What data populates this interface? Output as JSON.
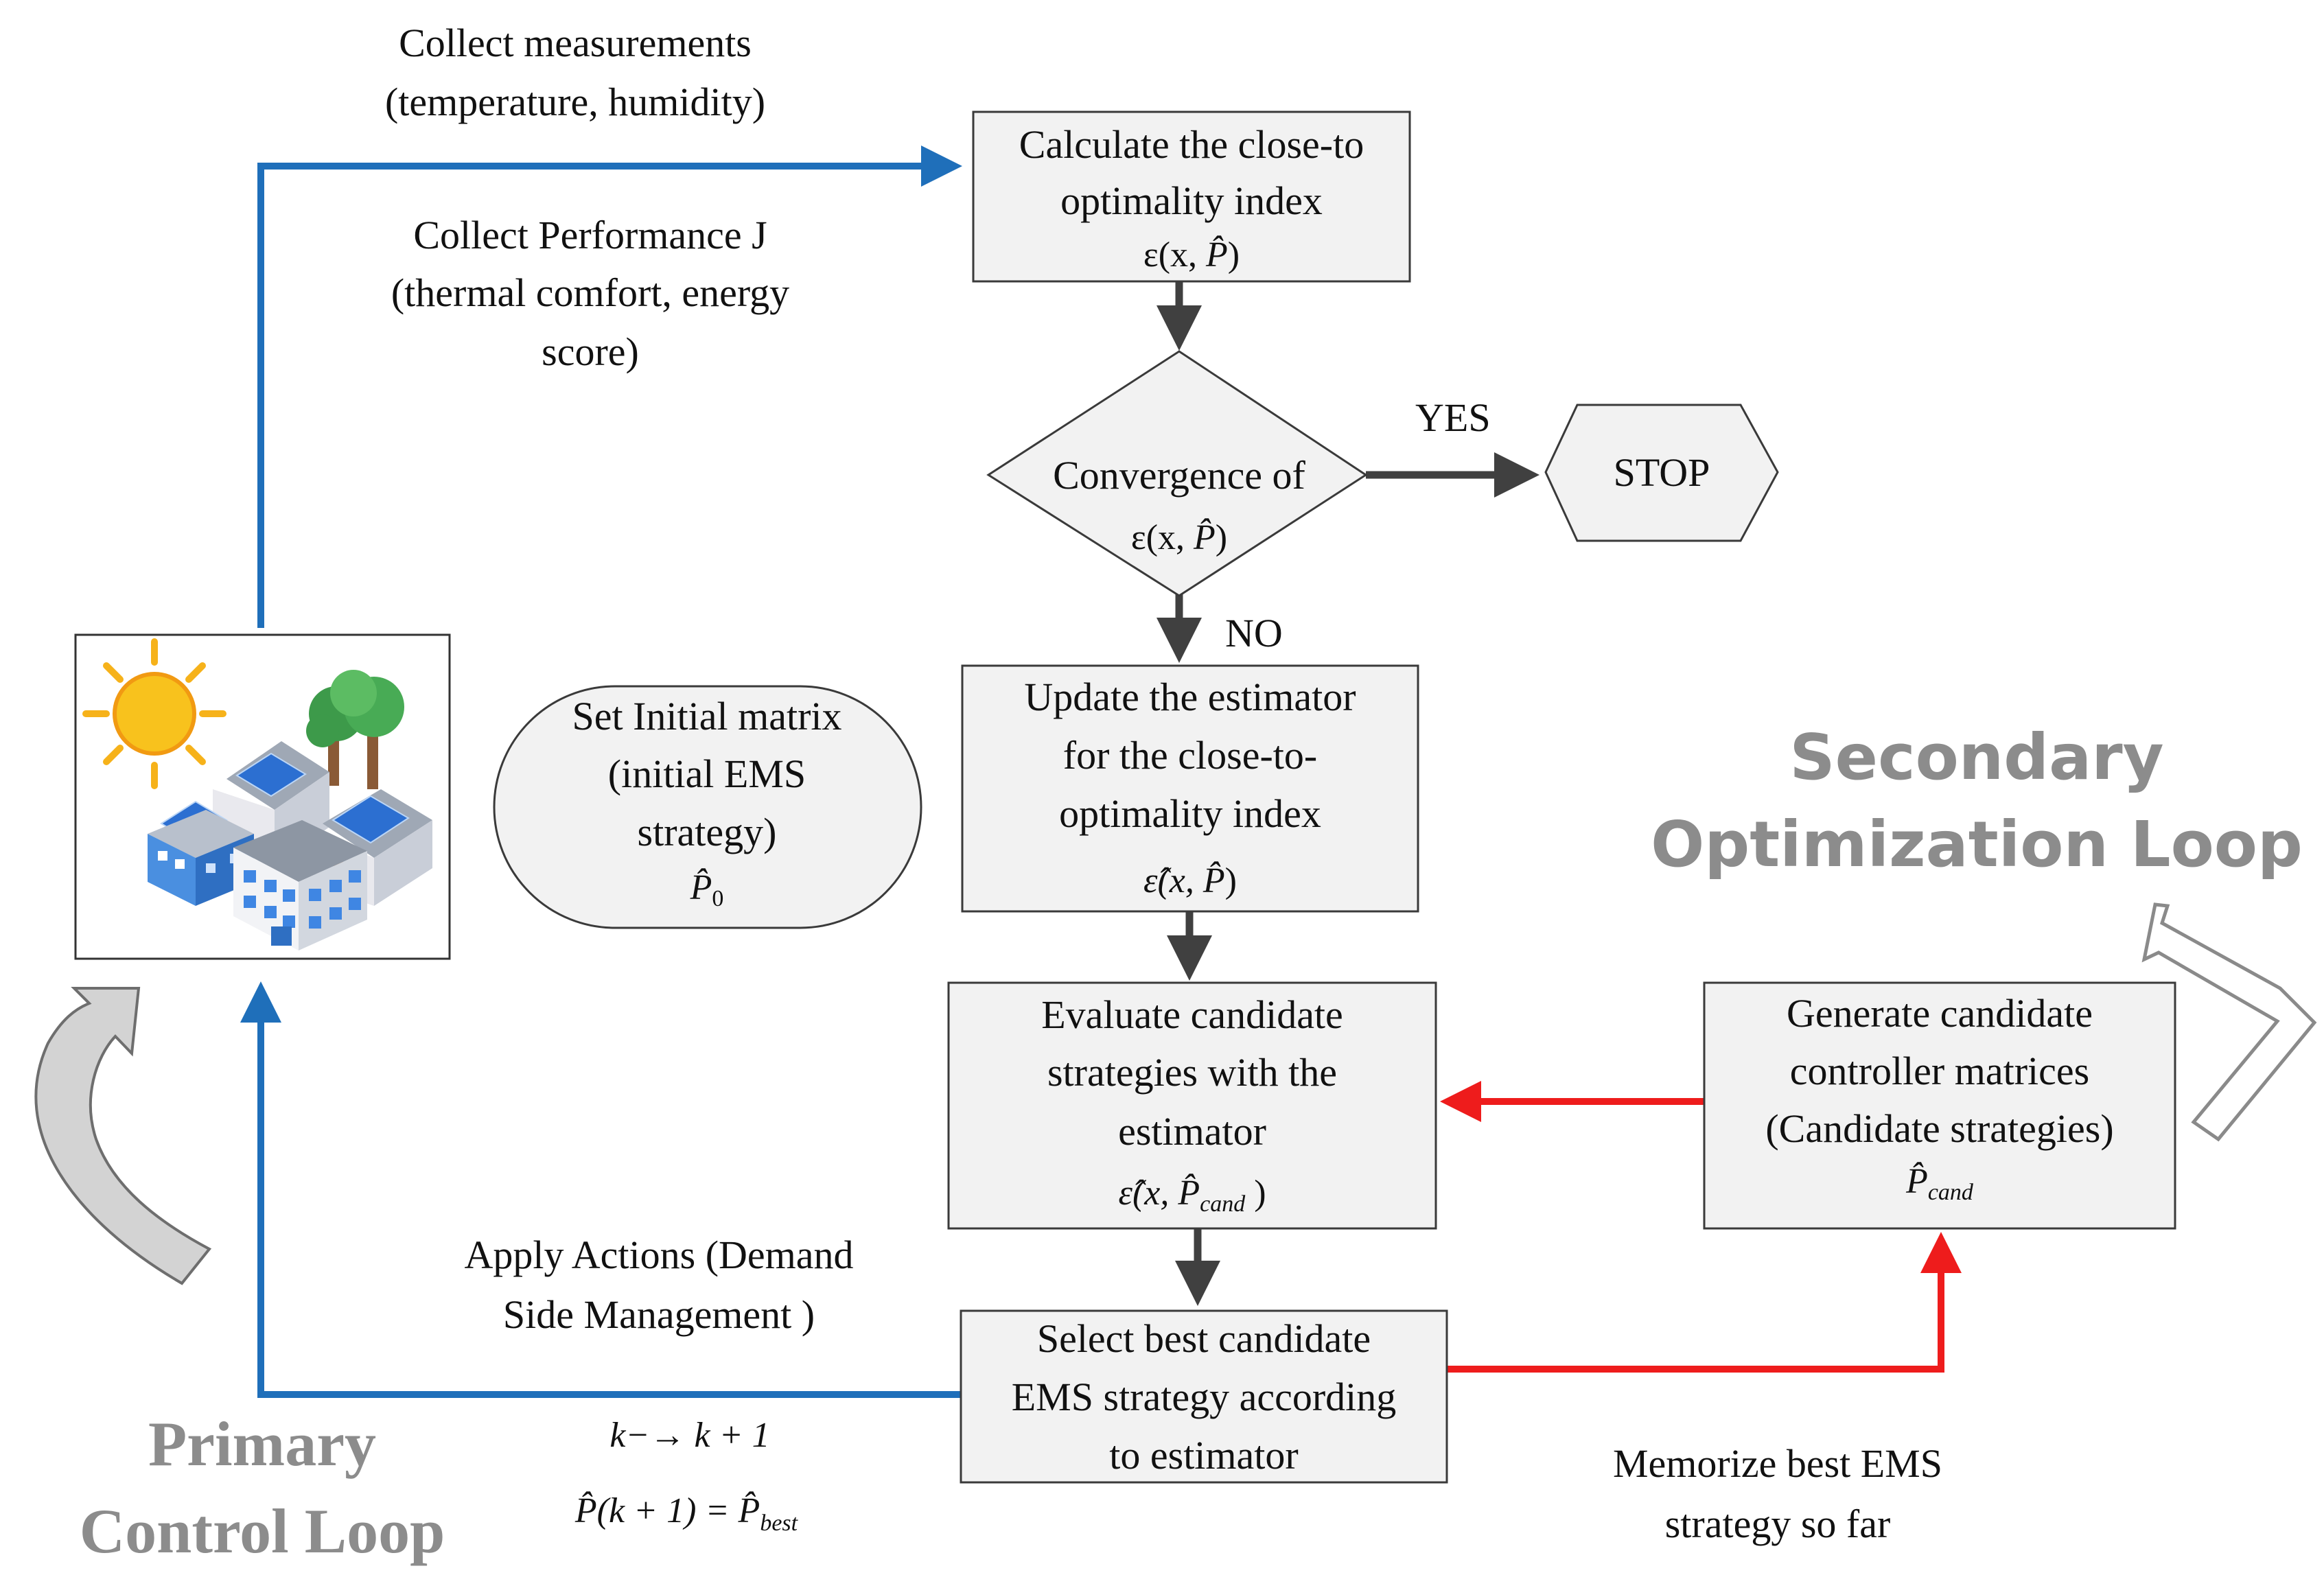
{
  "colors": {
    "primary_loop": "#1f6fba",
    "secondary_loop": "#ee1c1c",
    "flow": "#404040",
    "box_fill": "#f2f2f2",
    "loop_title": "#8c8c8c"
  },
  "nodes": {
    "calc_index": {
      "lines": [
        "Calculate the close-to",
        "optimality index"
      ],
      "math": {
        "base": "ε(x, ",
        "sym": "P̂",
        "sub": "",
        "close": ")"
      }
    },
    "convergence": {
      "lines": [
        "Convergence of"
      ],
      "math": {
        "base": "ε(x, ",
        "sym": "P̂",
        "sub": "",
        "close": ")"
      }
    },
    "stop": {
      "label": "STOP"
    },
    "update_estimator": {
      "lines": [
        "Update the estimator",
        "for the close-to-",
        "optimality index"
      ],
      "math": {
        "base": "ε̂(x, ",
        "sym": "P̂",
        "sub": "",
        "close": ")"
      }
    },
    "evaluate": {
      "lines": [
        "Evaluate candidate",
        "strategies with the",
        "estimator"
      ],
      "math": {
        "base": "ε̂(x, ",
        "sym": "P̂",
        "sub": "cand",
        "close": " )"
      }
    },
    "generate": {
      "lines": [
        "Generate candidate",
        "controller matrices",
        "(Candidate strategies)"
      ],
      "math": {
        "base": "",
        "sym": "P̂",
        "sub": "cand",
        "close": ""
      }
    },
    "select_best": {
      "lines": [
        "Select best candidate",
        "EMS strategy according",
        "to estimator"
      ]
    },
    "initial_matrix": {
      "lines": [
        "Set Initial matrix",
        "(initial EMS",
        "strategy)"
      ],
      "math": {
        "base": "",
        "sym": "P̂",
        "sub": "0",
        "close": ""
      }
    }
  },
  "icons": {
    "building": "smart-building-scene-icon"
  },
  "edge_labels": {
    "collect_measurements": [
      "Collect measurements",
      "(temperature, humidity)"
    ],
    "collect_performance": [
      "Collect Performance J",
      "(thermal comfort, energy",
      "score)"
    ],
    "yes": "YES",
    "no": "NO",
    "apply_actions": [
      "Apply Actions (Demand",
      "Side Management )"
    ],
    "k_update": "k−→ k + 1",
    "p_update": {
      "left": "P̂(k + 1) = ",
      "sym": "P̂",
      "sub": "best"
    },
    "memorize": [
      "Memorize best EMS",
      "strategy so far"
    ]
  },
  "loops": {
    "primary": [
      "Primary",
      "Control Loop"
    ],
    "secondary": [
      "Secondary",
      "Optimization Loop"
    ]
  }
}
